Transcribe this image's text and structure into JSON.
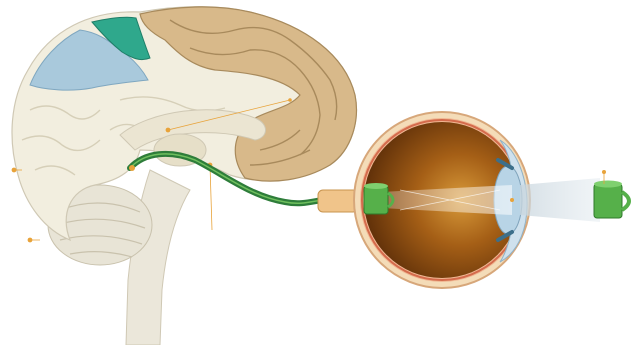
{
  "figure": {
    "regions": [
      {
        "name": "frontal-lobe",
        "color": "#f1ecdc"
      },
      {
        "name": "parietal-association-area",
        "color": "#a9c9dc"
      },
      {
        "name": "somatosensory-strip",
        "color": "#2fa88c"
      },
      {
        "name": "occipital-lobe",
        "color": "#d8b98a"
      },
      {
        "name": "cerebellum",
        "color": "#e6e2d4"
      },
      {
        "name": "brainstem",
        "color": "#e9e5d8"
      }
    ],
    "structures": {
      "optic_nerve": "#2e7d3a",
      "eye_interior": "#8a4b0e",
      "sclera": "#f0d8b0",
      "lens": "#b8d4e6",
      "cup": "#56b04a",
      "leader_dot": "#e8a33a"
    }
  }
}
